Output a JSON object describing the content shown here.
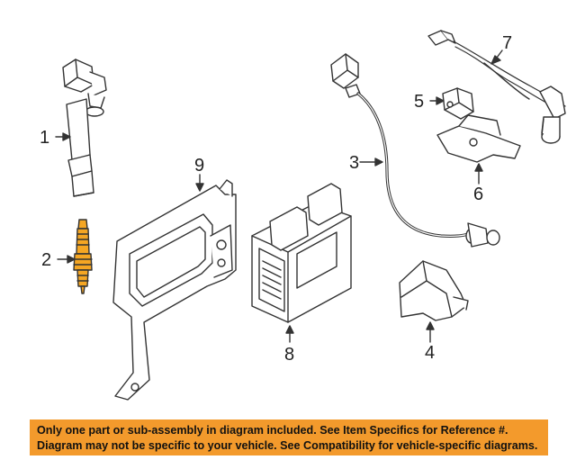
{
  "callouts": {
    "c1": "1",
    "c2": "2",
    "c3": "3",
    "c4": "4",
    "c5": "5",
    "c6": "6",
    "c7": "7",
    "c8": "8",
    "c9": "9"
  },
  "notice": {
    "line1": "Only one part or sub-assembly in diagram included. See Item Specifics for Reference #.",
    "line2": "Diagram may not be specific to your vehicle. See Compatibility for vehicle-specific diagrams."
  },
  "colors": {
    "notice_background": "#f39a2c",
    "highlight_part": "#f5a623",
    "line_art": "#333333"
  }
}
